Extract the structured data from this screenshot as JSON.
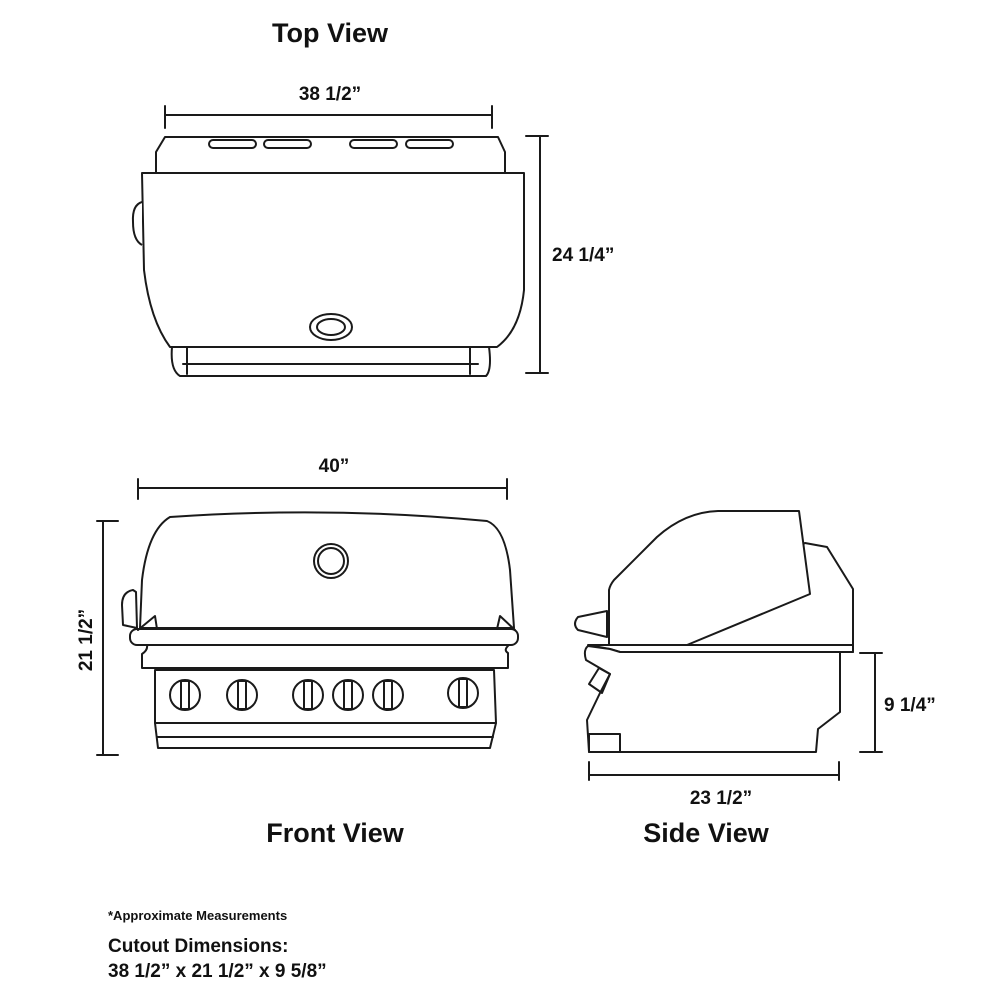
{
  "views": {
    "top": {
      "title": "Top View",
      "width": "38 1/2”",
      "depth": "24 1/4”"
    },
    "front": {
      "title": "Front View",
      "width": "40”",
      "height": "21 1/2”"
    },
    "side": {
      "title": "Side View",
      "depth": "23 1/2”",
      "height": "9 1/4”"
    }
  },
  "notes": {
    "approximate": "*Approximate Measurements",
    "cutout_label": "Cutout Dimensions:",
    "cutout_value": "38 1/2” x 21 1/2” x 9 5/8”"
  }
}
